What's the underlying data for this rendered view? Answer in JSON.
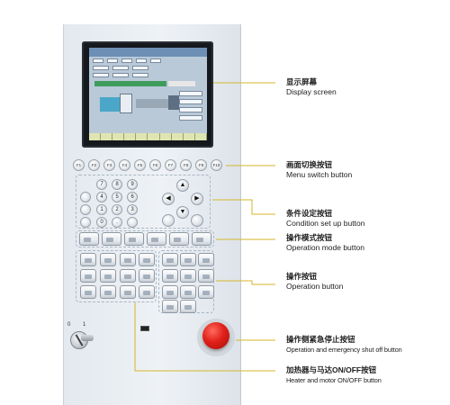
{
  "fkeys": [
    "F1",
    "F2",
    "F3",
    "F4",
    "F5",
    "F6",
    "F7",
    "F8",
    "F9",
    "F10"
  ],
  "numpad": [
    "7",
    "8",
    "9",
    "4",
    "5",
    "6",
    "1",
    "2",
    "3",
    "0",
    "."
  ],
  "arrows": {
    "up": "▲",
    "down": "▼",
    "left": "◀",
    "right": "▶"
  },
  "keyswitch": {
    "off": "0",
    "on": "1"
  },
  "annotations": [
    {
      "id": "display",
      "zh": "显示屏幕",
      "en": "Display screen"
    },
    {
      "id": "menu",
      "zh": "画面切换按钮",
      "en": "Menu switch button"
    },
    {
      "id": "condition",
      "zh": "条件设定按钮",
      "en": "Condition set up button"
    },
    {
      "id": "mode",
      "zh": "操作模式按钮",
      "en": "Operation mode button"
    },
    {
      "id": "operation",
      "zh": "操作按钮",
      "en": "Operation button"
    },
    {
      "id": "emergency",
      "zh": "操作侧紧急停止按钮",
      "en": "Operation and emergency shut off button"
    },
    {
      "id": "heater",
      "zh": "加热器与马达ON/OFF按钮",
      "en": "Heater and motor ON/OFF button"
    }
  ],
  "colors": {
    "leader": "#d4b62a",
    "estop": "#e0211a",
    "panel": "#e8edf2"
  }
}
